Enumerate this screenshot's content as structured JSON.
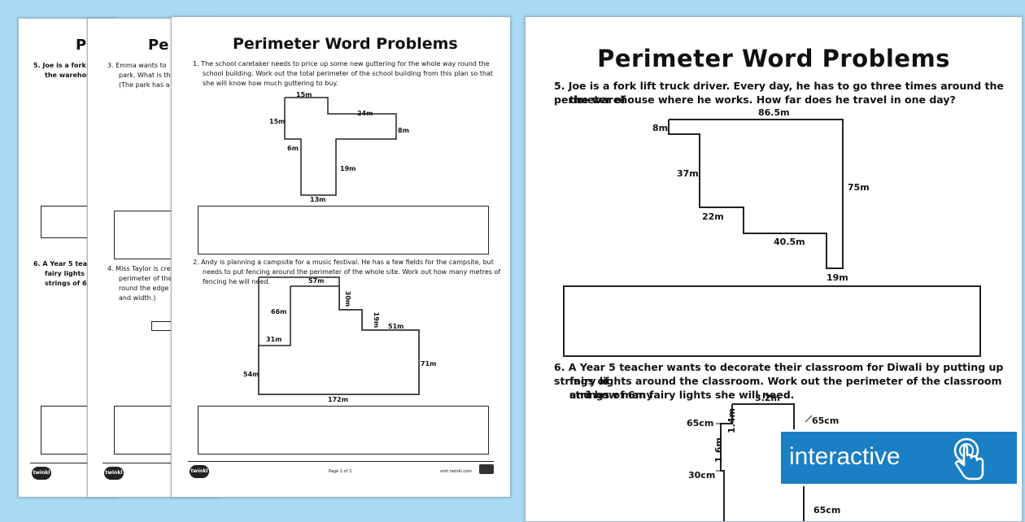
{
  "back_sheet_a": {
    "title": "Pe",
    "q5_line1": "5.  Joe is a fork l",
    "q5_line2": "the warehouse",
    "q6_line1": "6.  A Year 5 teach",
    "q6_line2": "fairy lights a",
    "q6_line3": "strings of 6m"
  },
  "back_sheet_b": {
    "title": "Pe",
    "q3_line1": "3.  Emma wants to",
    "q3_line2": "park. What is the",
    "q3_line3": "(The park has a",
    "q4_line1": "4.  Miss Taylor is cre",
    "q4_line2": "perimeter of the",
    "q4_line3": "round the edge o",
    "q4_line4": "and width.)"
  },
  "front_sheet": {
    "title": "Perimeter Word Problems",
    "q1_line1": "1.  The school caretaker needs to price up some new guttering for the whole way round the",
    "q1_line2": "school building. Work out the total perimeter of the school building from this plan so that",
    "q1_line3": "she will know how much guttering to buy.",
    "q1_labels": [
      "15m",
      "24m",
      "15m",
      "8m",
      "6m",
      "19m",
      "13m"
    ],
    "q2_line1": "2.  Andy is planning a campsite for a music festival. He has a few fields for the campsite, but",
    "q2_line2": "needs to put fencing around the perimeter of the whole site. Work out how many metres of",
    "q2_line3": "fencing he will need.",
    "q2_labels": [
      "57m",
      "30m",
      "66m",
      "19m",
      "51m",
      "31m",
      "71m",
      "54m",
      "172m"
    ],
    "footer_page": "Page 1 of 3",
    "footer_url": "visit twinkl.com",
    "logo_text": "twinkl go!"
  },
  "main_sheet": {
    "title": "Perimeter Word Problems",
    "q5_line1": "5.  Joe is a fork lift truck driver. Every day, he has to go three times around the perimeter of",
    "q5_line2": "the warehouse where he works. How far does he travel in one day?",
    "q5_labels": {
      "top": "86.5m",
      "left_small": "8m",
      "left_mid": "37m",
      "right": "75m",
      "step1": "22m",
      "step2": "40.5m",
      "bottom": "19m"
    },
    "q6_line1": "6.  A Year 5 teacher wants to decorate their classroom for Diwali by putting up strings of",
    "q6_line2": "fairy lights around the classroom. Work out the perimeter of the classroom and how many",
    "q6_line3": "strings of 6m fairy lights she will need.",
    "q6_labels": {
      "top": "3.2m",
      "l1": "65cm",
      "v1": "1.4m",
      "r1": "65cm",
      "v2": "1.6m",
      "l2": "30cm",
      "r2": "65cm"
    }
  },
  "badge": {
    "label": "interactive",
    "icon": "hand-pointer-icon",
    "color": "#1b7fc5"
  }
}
